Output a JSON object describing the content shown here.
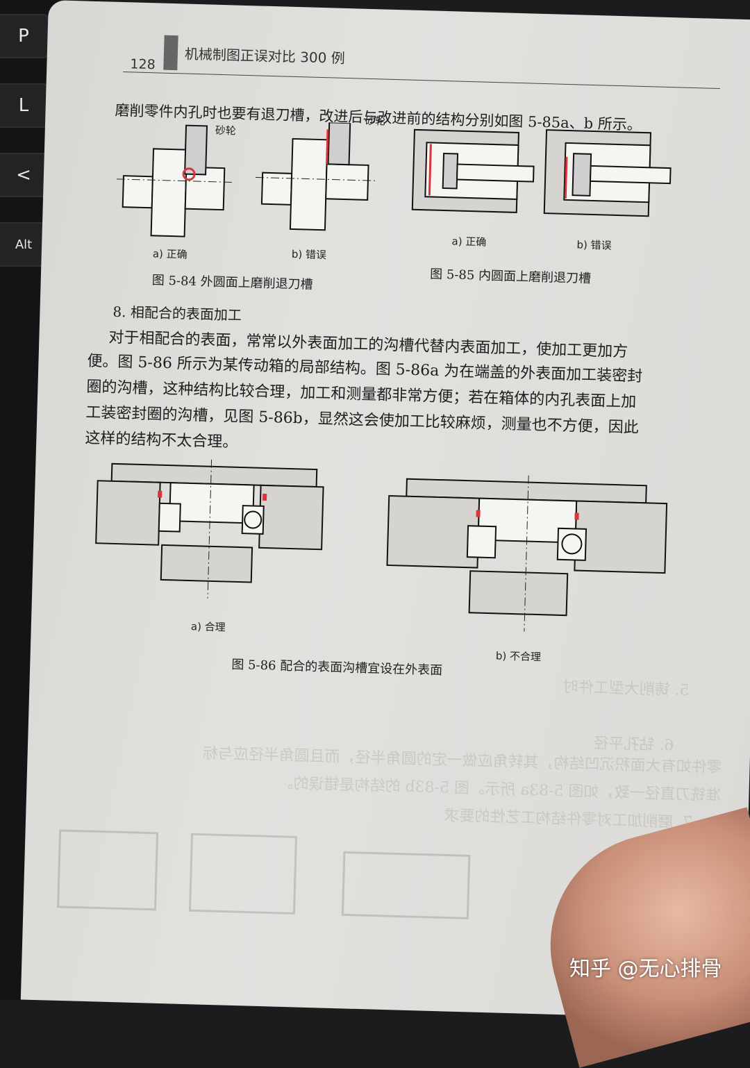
{
  "keyboard": {
    "keys": [
      "P",
      "L",
      "<",
      "Alt"
    ]
  },
  "header": {
    "page_number": "128",
    "book_title": "机械制图正误对比 300 例"
  },
  "body": {
    "line1": "改进后与改进前的结构分别如图 5-85a、b 所示。",
    "line2": "磨削零件内孔时也要有退刀槽，改进后与改进前的结构分别如图 5-85a、b 所示。",
    "section_title": "8. 相配合的表面加工",
    "para": [
      "对于相配合的表面，常常以外表面加工的沟槽代替内表面加工，使加工更加方",
      "便。图 5-86 所示为某传动箱的局部结构。图 5-86a 为在端盖的外表面加工装密封",
      "圈的沟槽，这种结构比较合理，加工和测量都非常方便；若在箱体的内孔表面上加",
      "工装密封圈的沟槽，见图 5-86b，显然这会使加工比较麻烦，测量也不方便，因此",
      "这样的结构不太合理。"
    ]
  },
  "figures": {
    "fig84": {
      "label_wheel": "砂轮",
      "label_a": "a) 正确",
      "label_b": "b) 错误",
      "caption": "图 5-84    外圆面上磨削退刀槽"
    },
    "fig85": {
      "label_a": "a) 正确",
      "label_b": "b) 错误",
      "caption": "图 5-85    内圆面上磨削退刀槽"
    },
    "fig86": {
      "label_a": "a) 合理",
      "label_b": "b) 不合理",
      "caption": "图 5-86    配合的表面沟槽宜设在外表面"
    }
  },
  "bleed": {
    "lines": [
      "5. 铸削大型工件时",
      "6. 钻孔平径",
      "零件如有大面积沉凹结构，其转角应做一定的圆角半径，而且圆角半径应与标",
      "准铣刀直径一致，如图 5-83a 所示。图 5-83b 的结构是错误的。",
      "7. 磨削加工对零件结构工艺性的要求"
    ]
  },
  "watermark": "知乎 @无心排骨",
  "colors": {
    "accent_red": "#d8353c",
    "ink": "#1e1e1e"
  }
}
